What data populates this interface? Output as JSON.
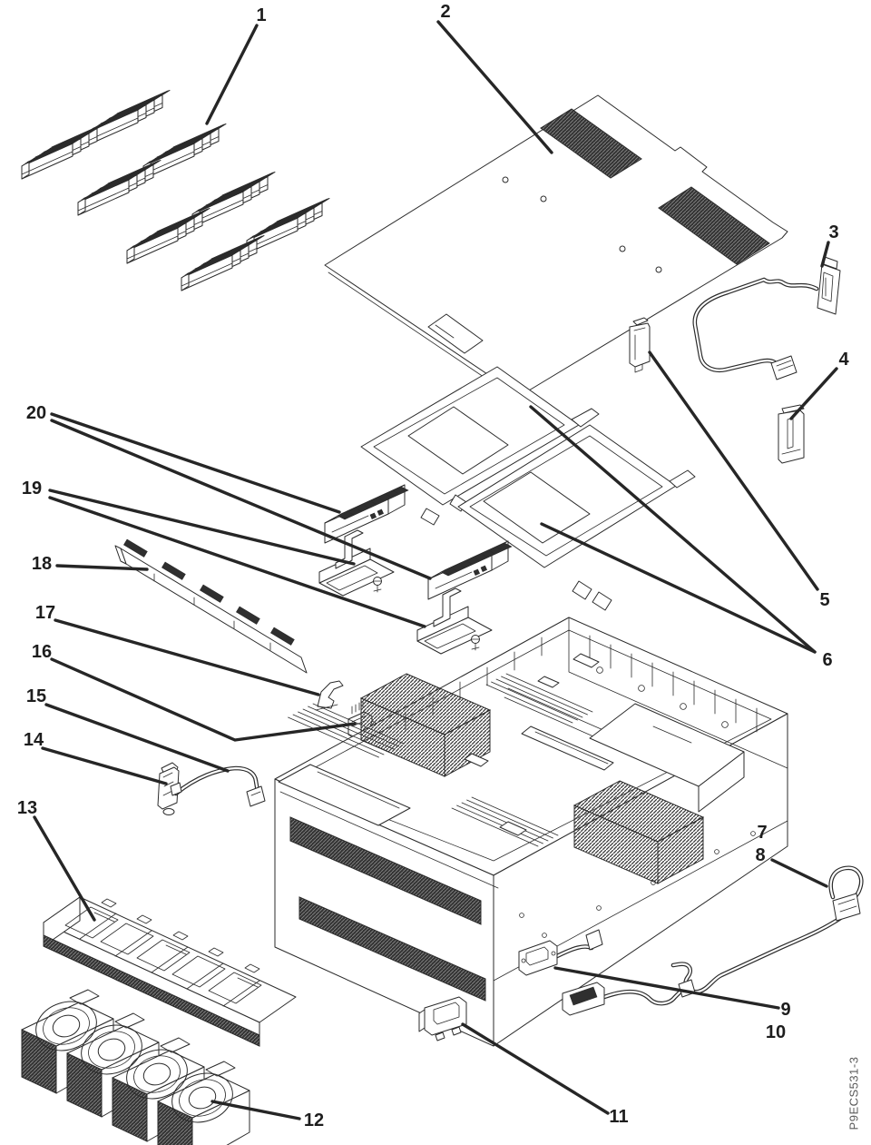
{
  "colors": {
    "background": "#ffffff",
    "line": "#2b2b2b"
  },
  "figure_id": "P9ECS531-3",
  "callouts": {
    "c1": "1",
    "c2": "2",
    "c3": "3",
    "c4": "4",
    "c5": "5",
    "c6": "6",
    "c7": "7",
    "c8": "8",
    "c9": "9",
    "c10": "10",
    "c11": "11",
    "c12": "12",
    "c13": "13",
    "c14": "14",
    "c15": "15",
    "c16": "16",
    "c17": "17",
    "c18": "18",
    "c19": "19",
    "c20": "20"
  }
}
